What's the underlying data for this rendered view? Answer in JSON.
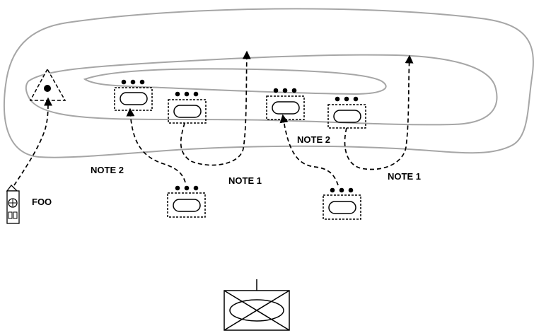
{
  "labels": {
    "note2_left": "NOTE 2",
    "note1_center": "NOTE 1",
    "note2_right": "NOTE 2",
    "note1_right": "NOTE 1",
    "foo": "FOO"
  },
  "colors": {
    "ink": "#000000",
    "outline": "#a6a6a6"
  },
  "icons": {
    "units": "dashed-box-unit-icon",
    "triangle": "observation-post-triangle-icon",
    "building": "building-icon",
    "bottom": "crossed-box-symbol-icon"
  }
}
